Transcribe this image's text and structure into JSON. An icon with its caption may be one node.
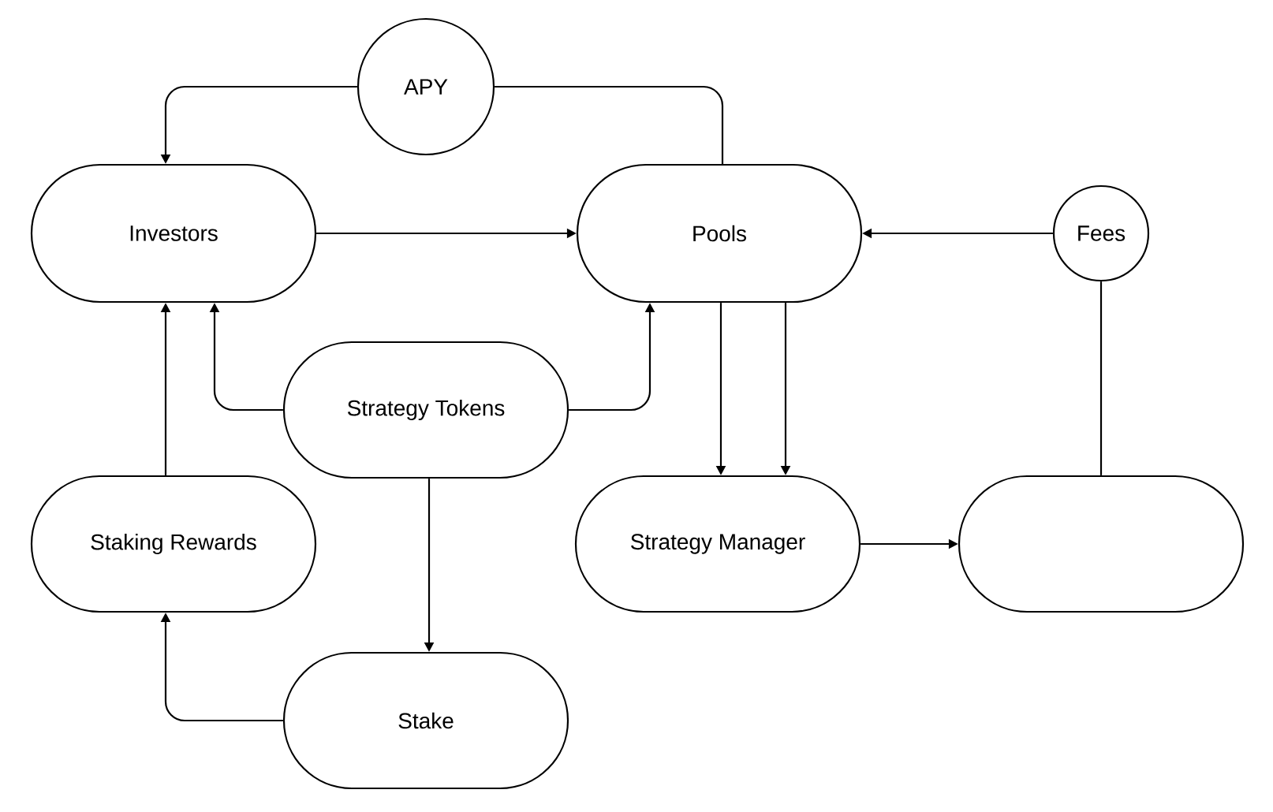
{
  "diagram": {
    "nodes": [
      {
        "text": [
          "APY"
        ]
      },
      {
        "text": [
          "Investors"
        ]
      },
      {
        "text": [
          "Pools"
        ]
      },
      {
        "text": [
          "Fees"
        ]
      },
      {
        "text": [
          "Strategy Tokens"
        ]
      },
      {
        "text": [
          "Staking Rewards"
        ]
      },
      {
        "text": [
          "Strategy Manager"
        ]
      },
      {
        "text": [],
        "shape": "box"
      },
      {
        "text": [
          "Stake"
        ]
      }
    ],
    "edges": [
      {
        "from": 2,
        "to": 0,
        "arrow": "none"
      },
      {
        "from": 0,
        "to": 1,
        "arrow": "to"
      },
      {
        "from": 1,
        "to": 2,
        "arrow": "to"
      },
      {
        "from": 3,
        "to": 2,
        "arrow": "to"
      },
      {
        "from": 4,
        "to": 1,
        "arrow": "to"
      },
      {
        "from": 4,
        "to": 2,
        "arrow": "to"
      },
      {
        "from": 5,
        "to": 1,
        "arrow": "to"
      },
      {
        "from": 2,
        "to": 6,
        "arrow": "to"
      },
      {
        "from": 2,
        "to": 6,
        "arrow": "to"
      },
      {
        "from": 4,
        "to": 8,
        "arrow": "to"
      },
      {
        "from": 8,
        "to": 5,
        "arrow": "to"
      },
      {
        "from": 6,
        "to": 7,
        "arrow": "to"
      },
      {
        "from": 7,
        "to": 3,
        "arrow": "none"
      }
    ]
  }
}
